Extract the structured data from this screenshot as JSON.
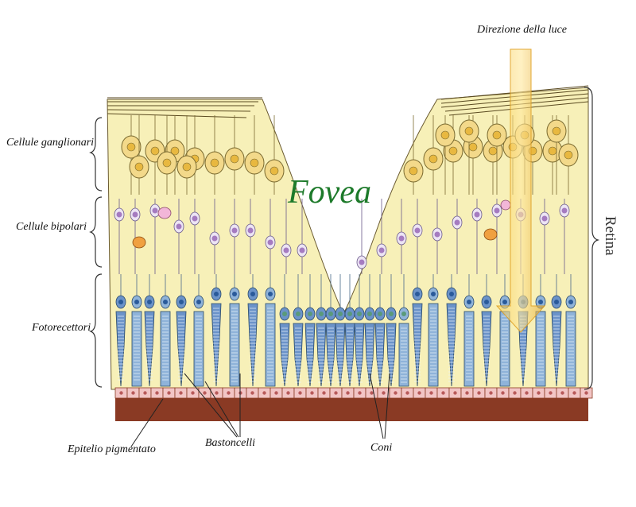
{
  "labels": {
    "fovea": "Fovea",
    "light_direction": "Direzione della luce",
    "retina": "Retina",
    "ganglion_cells": "Cellule ganglionari",
    "bipolar_cells": "Cellule bipolari",
    "photoreceptors": "Fotorecettori",
    "pigment_epithelium": "Epitelio pigmentato",
    "rods": "Bastoncelli",
    "cones": "Coni"
  },
  "colors": {
    "background_tissue": "#f7f0b8",
    "ganglion_cell": "#f3d98a",
    "ganglion_nucleus": "#e8b840",
    "bipolar_nucleus": "#a57bc0",
    "cone": "#6b93c9",
    "rod": "#8fb3d9",
    "pigment_epithelium": "#f2c5c5",
    "choroid": "#8a3a24",
    "light_arrow": "#f5c84a",
    "fovea_text": "#1d7a2a"
  }
}
